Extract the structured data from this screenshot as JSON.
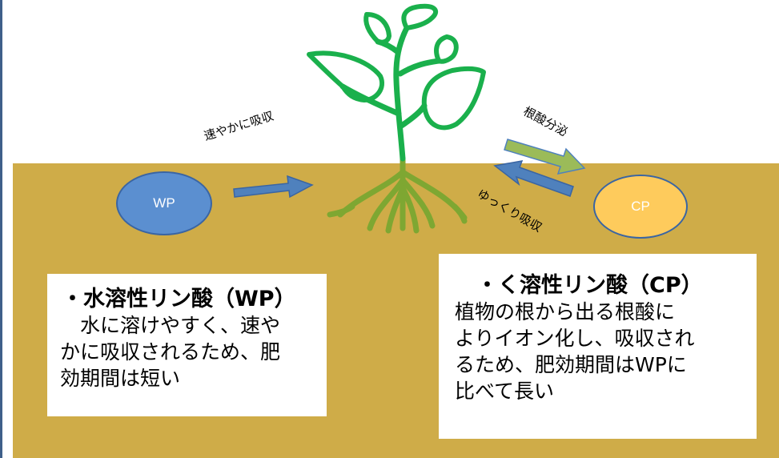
{
  "colors": {
    "soil": "#cfac48",
    "plant": "#1ab04c",
    "root": "#7ea732",
    "arrow_blue": "#4f81bd",
    "arrow_green": "#9bbb59",
    "wp_fill": "#5b8fd0",
    "cp_fill": "#fecb5c"
  },
  "nodes": {
    "wp": "WP",
    "cp": "CP"
  },
  "arrows": {
    "fast_absorb": "速やかに吸収",
    "root_acid": "根酸分泌",
    "slow_absorb": "ゆっくり吸収"
  },
  "boxes": {
    "wp": {
      "title": "・水溶性リン酸（WP）",
      "body": "　水に溶けやすく、速や\nかに吸収されるため、肥\n効期間は短い"
    },
    "cp": {
      "title": "・く溶性リン酸（CP）",
      "body": "植物の根から出る根酸に\nよりイオン化し、吸収され\nるため、肥効期間はWPに\n比べて長い"
    }
  }
}
